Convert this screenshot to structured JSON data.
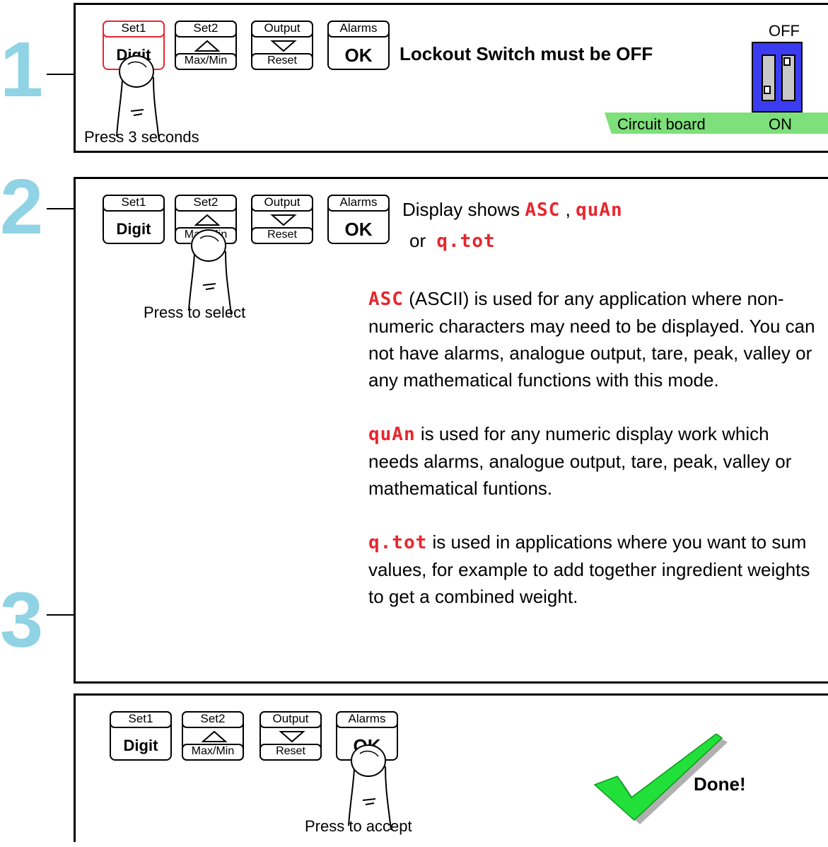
{
  "steps": {
    "step1": {
      "number": "1",
      "keys": {
        "key1_top": "Set1",
        "key1_main": "Digit",
        "key2_top": "Set2",
        "key2_bottom": "Max/Min",
        "key3_top": "Output",
        "key3_bottom": "Reset",
        "key4_top": "Alarms",
        "key4_main": "OK"
      },
      "lockout_text": "Lockout Switch must be OFF",
      "switch_off_label": "OFF",
      "switch_on_label": "ON",
      "board_label": "Circuit board",
      "press_caption": "Press 3 seconds"
    },
    "step2": {
      "number": "2",
      "keys": {
        "key1_top": "Set1",
        "key1_main": "Digit",
        "key2_top": "Set2",
        "key2_bottom": "Max/Min",
        "key3_top": "Output",
        "key3_bottom": "Reset",
        "key4_top": "Alarms",
        "key4_main": "OK"
      },
      "display_prefix": "Display shows",
      "display_sep": ",",
      "display_or": "or",
      "mode_asc": "ASC",
      "mode_quan": "quAn",
      "mode_qtot": "q.tot",
      "press_caption": "Press to select",
      "para1_rest": " (ASCII) is used for any application where non-numeric characters may need to be displayed. You can not have alarms, analogue output, tare, peak, valley or any mathematical functions with this mode.",
      "para2_rest": " is used for any numeric display work which needs alarms, analogue output, tare, peak, valley or mathematical funtions.",
      "para3_rest": " is used  in applications where you want to sum values, for example to add together ingredient weights to get a combined weight."
    },
    "step3": {
      "number": "3",
      "keys": {
        "key1_top": "Set1",
        "key1_main": "Digit",
        "key2_top": "Set2",
        "key2_bottom": "Max/Min",
        "key3_top": "Output",
        "key3_bottom": "Reset",
        "key4_top": "Alarms",
        "key4_main": "OK"
      },
      "press_caption": "Press to accept",
      "done_text": "Done!"
    }
  },
  "colors": {
    "step_number": "#8fd3e4",
    "segment_red": "#e8262e",
    "switch_blue": "#3b3bf0",
    "board_green": "#7de07a",
    "check_green": "#22e03a"
  }
}
